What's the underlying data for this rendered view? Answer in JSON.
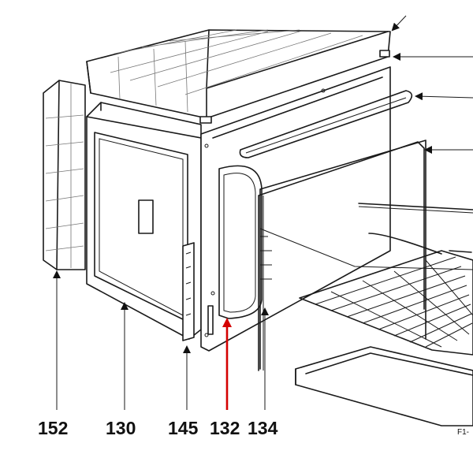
{
  "labels": {
    "l152": "152",
    "l130": "130",
    "l145": "145",
    "l132": "132",
    "l134": "134"
  },
  "figure_code": "F1-",
  "colors": {
    "highlight_arrow": "#d40000",
    "line": "#1a1a1a"
  }
}
